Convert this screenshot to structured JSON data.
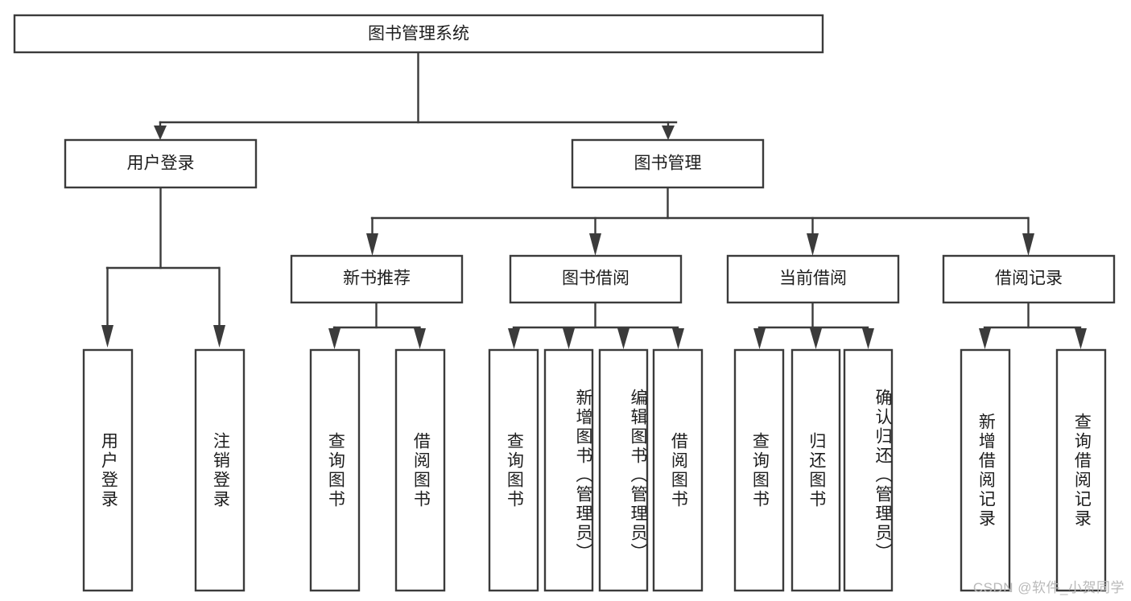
{
  "diagram": {
    "type": "tree-hierarchy",
    "root": {
      "label": "图书管理系统",
      "orientation": "horizontal"
    },
    "level2": [
      {
        "label": "用户登录",
        "orientation": "horizontal"
      },
      {
        "label": "图书管理",
        "orientation": "horizontal"
      }
    ],
    "level3": [
      {
        "label": "新书推荐",
        "orientation": "horizontal"
      },
      {
        "label": "图书借阅",
        "orientation": "horizontal"
      },
      {
        "label": "当前借阅",
        "orientation": "horizontal"
      },
      {
        "label": "借阅记录",
        "orientation": "horizontal"
      }
    ],
    "leaves": {
      "user_login": [
        {
          "label": "用户登录",
          "orientation": "vertical"
        },
        {
          "label": "注销登录",
          "orientation": "vertical"
        }
      ],
      "new_book_recommend": [
        {
          "label": "查询图书",
          "orientation": "vertical"
        },
        {
          "label": "借阅图书",
          "orientation": "vertical"
        }
      ],
      "book_borrow": [
        {
          "label": "查询图书",
          "orientation": "vertical"
        },
        {
          "label": "新增图书（管理员）",
          "orientation": "vertical"
        },
        {
          "label": "编辑图书（管理员）",
          "orientation": "vertical"
        },
        {
          "label": "借阅图书",
          "orientation": "vertical"
        }
      ],
      "current_borrow": [
        {
          "label": "查询图书",
          "orientation": "vertical"
        },
        {
          "label": "归还图书",
          "orientation": "vertical"
        },
        {
          "label": "确认归还（管理员）",
          "orientation": "vertical"
        }
      ],
      "borrow_records": [
        {
          "label": "新增借阅记录",
          "orientation": "vertical"
        },
        {
          "label": "查询借阅记录",
          "orientation": "vertical"
        }
      ]
    },
    "colors": {
      "stroke": "#3b3b3b",
      "fill": "#ffffff",
      "text": "#1d1d1d",
      "watermark": "#b9b9b9"
    }
  },
  "watermark": {
    "text": "CSDN @软件_小贺同学"
  }
}
